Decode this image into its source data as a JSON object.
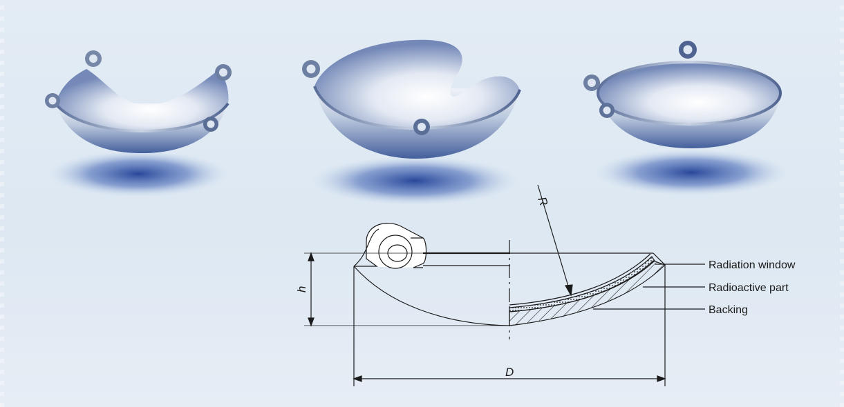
{
  "dimensions": {
    "radius_label": "R",
    "height_label": "h",
    "diameter_label": "D"
  },
  "callouts": {
    "radiation_window": "Radiation window",
    "radioactive_part": "Radioactive part",
    "backing": "Backing"
  },
  "colors": {
    "background": "#e1eaf3",
    "metal_highlight": "#ffffff",
    "metal_shadow": "#3a5aa8",
    "line": "#1b1b1b"
  }
}
